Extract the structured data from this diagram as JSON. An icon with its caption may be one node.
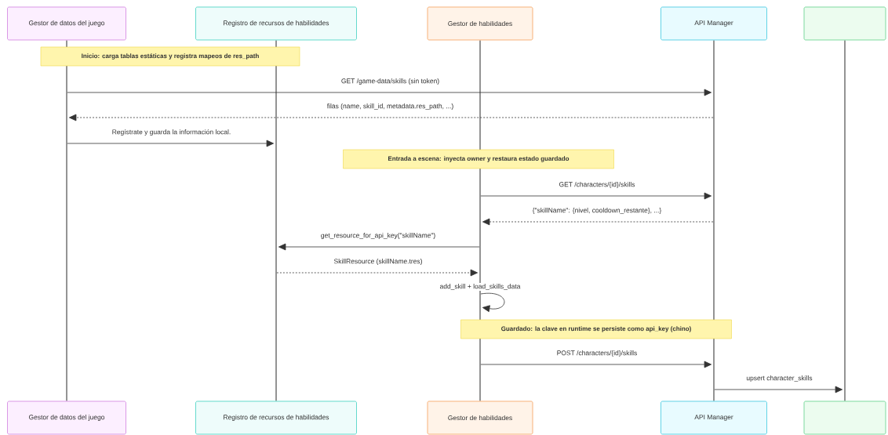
{
  "diagram": {
    "nodes": [
      {
        "text": [
          "Gestor de datos del juego"
        ]
      },
      {
        "text": [
          "Registro de recursos de habilidades"
        ]
      },
      {
        "text": [
          "Gestor de habilidades"
        ]
      },
      {
        "text": [
          "API Manager"
        ]
      },
      {
        "text": [],
        "shape": "box"
      },
      {
        "text": [],
        "shape": "bar"
      },
      {
        "text": [],
        "shape": "bar"
      },
      {
        "text": [],
        "shape": "bar"
      },
      {
        "text": [],
        "shape": "bar"
      },
      {
        "text": [],
        "shape": "bar"
      },
      {
        "text": [
          "Inicio: carga tablas estáticas y registra mapeos de res_path"
        ]
      },
      {
        "text": [
          "Entrada a escena: inyecta owner y restaura estado guardado"
        ]
      },
      {
        "text": [
          "Guardado: la clave en runtime se persiste como api_key (chino)"
        ]
      },
      {
        "text": [
          "Gestor de datos del juego"
        ]
      },
      {
        "text": [
          "Registro de recursos de habilidades"
        ]
      },
      {
        "text": [
          "Gestor de habilidades"
        ]
      },
      {
        "text": [
          "API Manager"
        ]
      },
      {
        "text": [],
        "shape": "box"
      }
    ],
    "edges": [
      {
        "from": 5,
        "to": 8,
        "arrow": "to",
        "label": "GET /game-data/skills (sin token)"
      },
      {
        "from": 8,
        "to": 5,
        "arrow": "to",
        "label": "filas (name, skill_id, metadata.res_path, ...)",
        "style": "dashed"
      },
      {
        "from": 5,
        "to": 6,
        "arrow": "to",
        "label": "Regístrate y guarda la información local."
      },
      {
        "from": 7,
        "to": 8,
        "arrow": "to",
        "label": "GET /characters/{id}/skills"
      },
      {
        "from": 8,
        "to": 7,
        "arrow": "to",
        "label": "{\"skillName\": {nivel, cooldown_restante}, ...}",
        "style": "dashed"
      },
      {
        "from": 7,
        "to": 6,
        "arrow": "to",
        "label": "get_resource_for_api_key(\"skillName\")"
      },
      {
        "from": 6,
        "to": 7,
        "arrow": "to",
        "label": "SkillResource (skillName.tres)",
        "style": "dashed"
      },
      {
        "from": 7,
        "to": 7,
        "arrow": "to",
        "label": "add_skill + load_skills_data"
      },
      {
        "from": 7,
        "to": 8,
        "arrow": "to",
        "label": "POST /characters/{id}/skills"
      },
      {
        "from": 8,
        "to": 9,
        "arrow": "to",
        "label": "upsert character_skills"
      }
    ]
  }
}
